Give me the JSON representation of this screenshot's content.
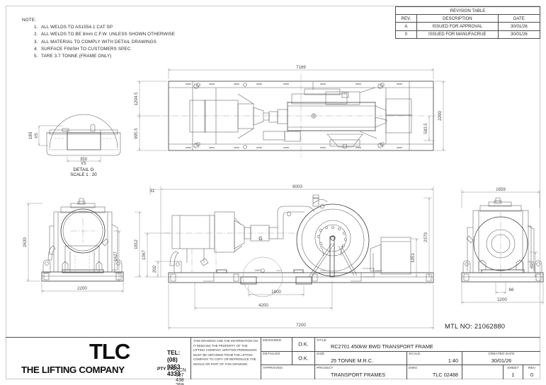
{
  "notes": {
    "heading": "NOTE:",
    "items": [
      "ALL WELDS TO AS1554.1 CAT SP",
      "ALL WELDS TO BE 8mm C.F.W. UNLESS SHOWN OTHERWISE",
      "ALL MATERIAL TO COMPLY WITH DETAIL DRAWINGS",
      "SURFACE FINISH TO CUSTOMERS SPEC.",
      "TARE 3.7 TONNE (FRAME ONLY)"
    ],
    "numbers": [
      "1.",
      "2.",
      "3.",
      "4.",
      "5."
    ]
  },
  "revision_table": {
    "title": "REVISION TABLE",
    "headers": [
      "REV.",
      "DESCRIPTION",
      "DATE"
    ],
    "rows": [
      {
        "rev": "A",
        "description": "ISSUED FOR APPROVAL",
        "date": "30/01/26"
      },
      {
        "rev": "0",
        "description": "ISSUED FOR MANUFACRUE",
        "date": "30/01/26"
      }
    ]
  },
  "mtl_no": "MTL NO: 21062880",
  "detail_g": {
    "label": "DETAIL G",
    "scale": "SCALE 1 : 20",
    "dim_height": "180",
    "dim_height_note": "I/S",
    "dim_width": "350",
    "dim_width_note": "I/S"
  },
  "section_marker": "G",
  "dimensions": {
    "plan": {
      "overall_length": "7169",
      "upper_offset": "1204.5",
      "lower_offset": "995.5",
      "overall_width": "2200",
      "inner_offset": "583.5"
    },
    "elevation": {
      "left_offset": "31",
      "length": "6003",
      "height_1367": "1367",
      "height_202": "202",
      "height_1812": "1812",
      "height_1051": "1051",
      "height_2370": "2370",
      "span_1800": "1800",
      "span_4200": "4200",
      "overall_7200": "7200"
    },
    "left_end_view": {
      "height_2630": "2630",
      "height_1627": "1627",
      "width_2200": "2200"
    },
    "right_end_view": {
      "width_1659": "1659",
      "height_695": "695",
      "gap_68": "68",
      "width_2200": "2200"
    }
  },
  "title_block": {
    "company_abbrev": "TLC",
    "company_name": "THE LIFTING COMPANY",
    "company_suffix": "PTY LTD",
    "telephone": "TEL: (08) 9353 4333",
    "acn": "ACN 097 438 269",
    "disclaimer": "THIS DRAWING AND THE INFORMATION ON IT REMAINS THE PROPERTY OF THE LIFTING COMPANY. WRITTEN PERMISSION MUST BE OBTAINED FROM THE LIFTING COMPANY TO COPY OR REPRODUCE THE WHOLE OR PART OF THIS DRAWING.",
    "fields": {
      "designed_label": "DESIGNED",
      "designed_value": "O.K.",
      "detailed_label": "DETAILED",
      "detailed_value": "O.K.",
      "approved_label": "APPROVED",
      "approved_value": "",
      "title_label": "TITLE",
      "title_value": "RC2701 450kW BWD TRANSPORT FRAME",
      "size_label": "SIZE",
      "size_value": "25 TONNE M.R.C.",
      "project_label": "PROJECT",
      "project_value": "TRANSPORT FRAMES",
      "scale_label": "SCALE",
      "scale_value": "1:40",
      "dwg_label": "DWG",
      "dwg_value": "TLC 02488",
      "created_date_label": "CREATED DATE",
      "created_date_value": "30/01/26",
      "sheet_label": "SHEET",
      "sheet_value": "1",
      "rev_label": "REV",
      "rev_value": "0"
    }
  }
}
